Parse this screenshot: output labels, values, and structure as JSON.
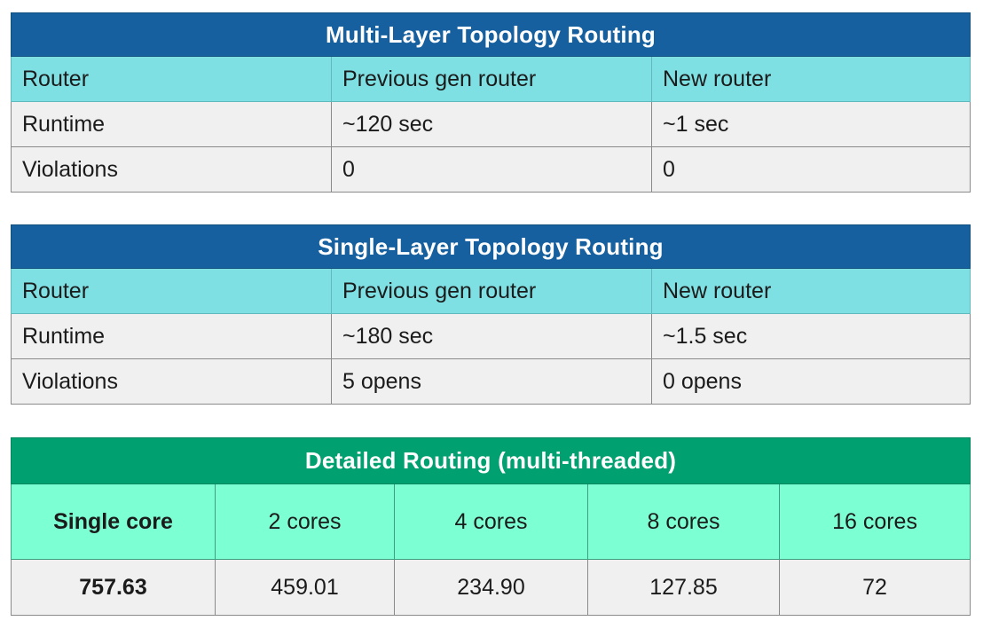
{
  "colors": {
    "blue_header": "#16609f",
    "cyan_subheader": "#7fe0e4",
    "green_header": "#00a070",
    "mint_subheader": "#7dffd4",
    "body_cell": "#f0f0f0",
    "page_background": "#ffffff"
  },
  "tables": {
    "multi_layer": {
      "title": "Multi-Layer Topology Routing",
      "headers": [
        "Router",
        "Previous gen router",
        "New router"
      ],
      "rows": [
        [
          "Runtime",
          "~120 sec",
          "~1 sec"
        ],
        [
          "Violations",
          "0",
          "0"
        ]
      ]
    },
    "single_layer": {
      "title": "Single-Layer Topology Routing",
      "headers": [
        "Router",
        "Previous gen router",
        "New router"
      ],
      "rows": [
        [
          "Runtime",
          "~180 sec",
          "~1.5 sec"
        ],
        [
          "Violations",
          "5 opens",
          "0 opens"
        ]
      ]
    },
    "detailed_routing": {
      "title": "Detailed Routing (multi-threaded)",
      "headers": [
        "Single core",
        "2 cores",
        "4 cores",
        "8 cores",
        "16 cores"
      ],
      "rows": [
        [
          "757.63",
          "459.01",
          "234.90",
          "127.85",
          "72"
        ]
      ]
    }
  }
}
